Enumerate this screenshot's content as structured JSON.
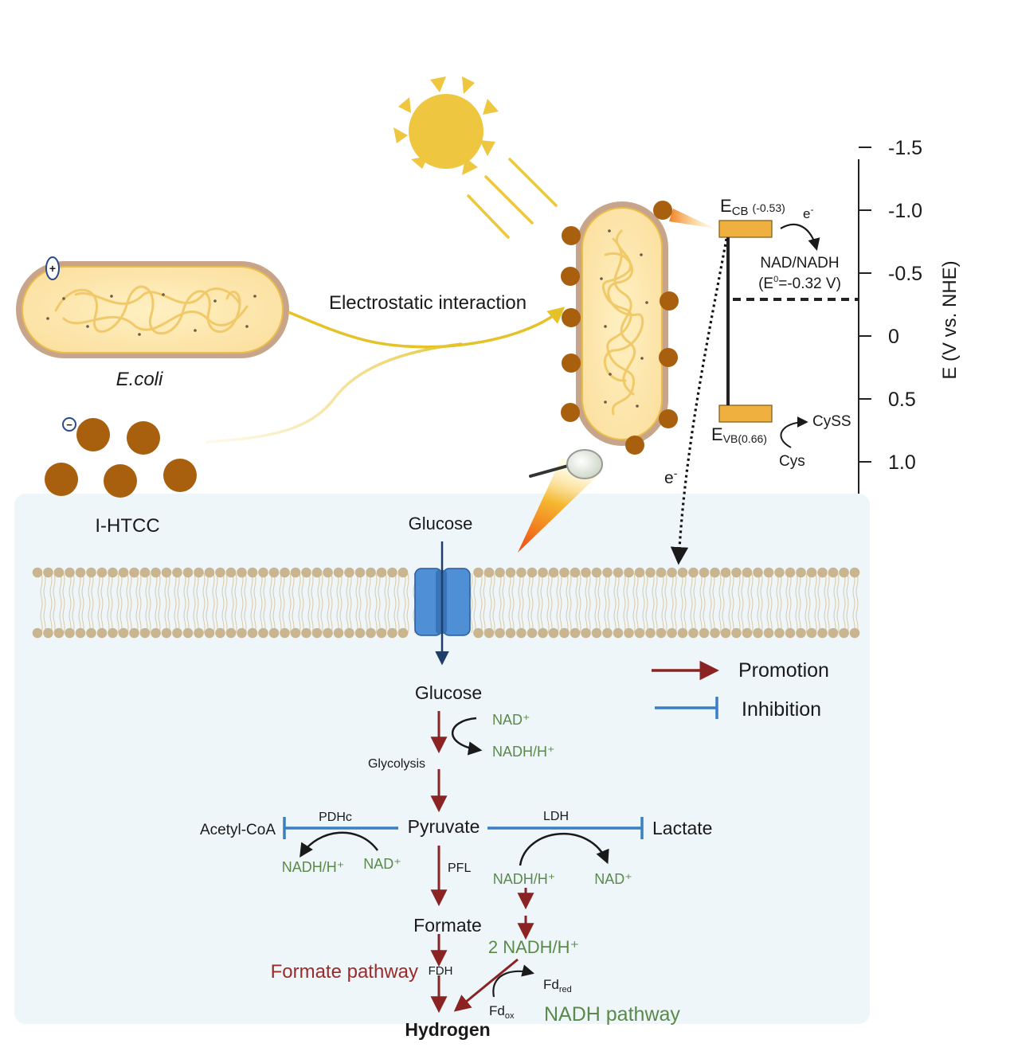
{
  "labels": {
    "electrostatic": "Electrostatic interaction",
    "ecoli": "E.coli",
    "ihtcc": "I-HTCC",
    "glucose_out": "Glucose",
    "glucose_in": "Glucose",
    "glycolysis": "Glycolysis",
    "pyruvate": "Pyruvate",
    "acetylcoa": "Acetyl-CoA",
    "pdhc": "PDHc",
    "ldh": "LDH",
    "lactate": "Lactate",
    "pfl": "PFL",
    "formate": "Formate",
    "fdh": "FDH",
    "hydrogen": "Hydrogen",
    "formate_pathway": "Formate pathway",
    "nadh_pathway": "NADH pathway",
    "nad_plus_1": "NAD⁺",
    "nadh_h_1": "NADH/H⁺",
    "nadh_h_2": "NADH/H⁺",
    "nad_plus_2": "NAD⁺",
    "nadh_h_3": "NADH/H⁺",
    "nad_plus_3": "NAD⁺",
    "two_nadh": "2 NADH/H⁺",
    "fd_red_main": "Fd",
    "fd_red_sub": "red",
    "fd_ox_main": "Fd",
    "fd_ox_sub": "ox",
    "promotion": "Promotion",
    "inhibition": "Inhibition",
    "e_minus_main": "e",
    "e_minus_sup": "-",
    "e_minus_top_main": "e",
    "e_minus_top_sup": "-",
    "ecb_main": "E",
    "ecb_sub": "CB",
    "ecb_value": "(-0.53)",
    "evb_main": "E",
    "evb_sub": "VB(0.66)",
    "nad_nadh": "NAD/NADH",
    "e0_pre": "(E",
    "e0_sup": "0",
    "e0_post": "=-0.32 V)",
    "cyss": "CySS",
    "cys": "Cys",
    "axis_title": "E (V vs. NHE)",
    "plus_sign": "+",
    "minus_sign": "−"
  },
  "energy_axis": {
    "ticks": [
      "-1.5",
      "-1.0",
      "-0.5",
      "0",
      "0.5",
      "1.0"
    ],
    "tick_values": [
      -1.5,
      -1.0,
      -0.5,
      0,
      0.5,
      1.0
    ],
    "cb": -0.53,
    "vb": 0.66,
    "nad_nadh": -0.32
  },
  "colors": {
    "promotion": "#8b2323",
    "inhibition": "#3a7fc1",
    "green_text": "#5a8a4a",
    "red_text": "#9a2b2b",
    "bacteria_fill": "#fbe3a0",
    "bacteria_border": "#c79a6a",
    "particle": "#a8600e",
    "band": "#f0b040",
    "sun": "#eec640",
    "cell_bg": "#eef6fa",
    "lipid_head": "#c9b690",
    "channel": "#4f8fd6"
  }
}
